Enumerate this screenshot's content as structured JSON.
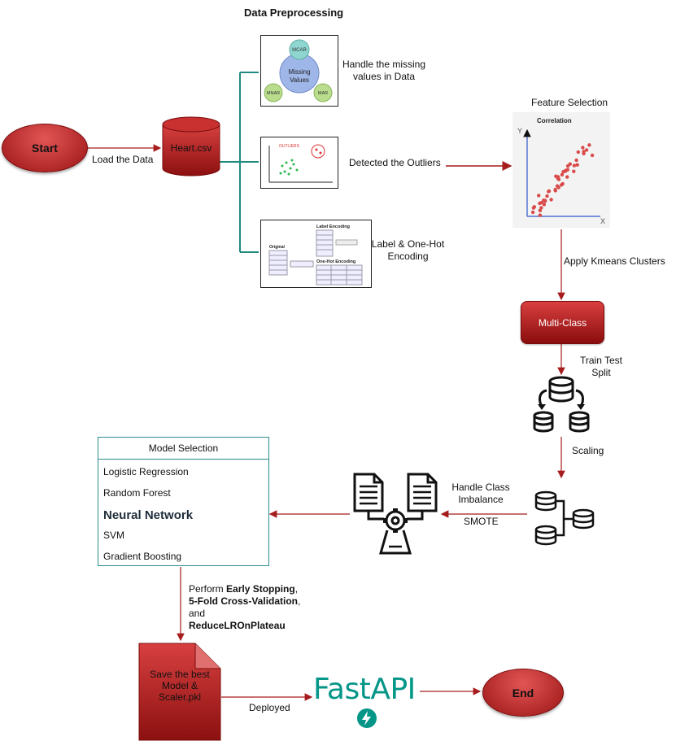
{
  "title": "Data Preprocessing",
  "start_label": "Start",
  "end_label": "End",
  "load_label": "Load the Data",
  "db_label": "Heart.csv",
  "missing": {
    "caption": "Handle the missing values in Data",
    "center": "Missing Values",
    "mcar": "MCAR",
    "mnar": "MNAR",
    "mar": "MAR"
  },
  "outliers": {
    "caption": "Detected the Outliers",
    "tag": "OUTLIERS"
  },
  "encoding": {
    "caption": "Label & One-Hot Encoding",
    "label_title": "Label Encoding",
    "onehot_title": "One-Hot Encoding",
    "original_title": "Original"
  },
  "feature": {
    "caption": "Feature Selection",
    "chart_title": "Correlation",
    "x": "X",
    "y": "Y"
  },
  "kmeans_label": "Apply Kmeans Clusters",
  "multiclass_label": "Multi-Class",
  "split_label": "Train Test Split",
  "scaling_label": "Scaling",
  "imbalance_label": "Handle Class Imbalance",
  "smote_label": "SMOTE",
  "model_selection": {
    "header": "Model Selection",
    "items": [
      "Logistic Regression",
      "Random Forest",
      "Neural Network",
      "SVM",
      "Gradient Boosting"
    ]
  },
  "training": {
    "prefix": "Perform ",
    "early": "Early Stopping",
    "comma": ",",
    "cv": "5-Fold Cross-Validation",
    "and": "and",
    "lr": "ReduceLROnPlateau"
  },
  "save_label": "Save the best Model & Scaler.pkl",
  "deployed_label": "Deployed",
  "fastapi_label": "FastAPI",
  "colors": {
    "accent_red": "#a61c1c",
    "teal": "#1f8a80",
    "fastapi": "#059688"
  }
}
